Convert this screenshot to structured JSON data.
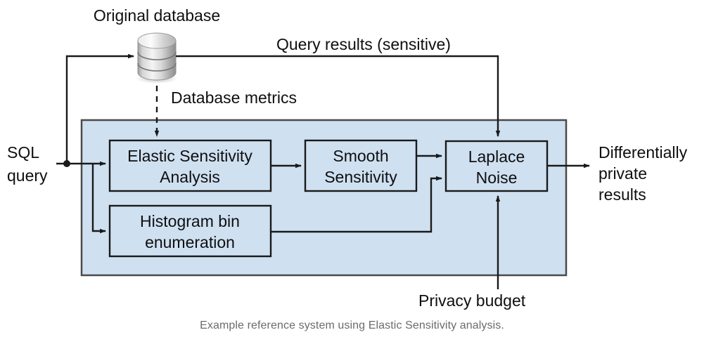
{
  "figure": {
    "caption": "Example reference system using Elastic Sensitivity analysis.",
    "colors": {
      "panel_fill": "#cfe0f1",
      "panel_stroke": "#4a4a4a",
      "box_fill": "#cfe0f1",
      "box_stroke": "#1a1a1a",
      "line": "#1a1a1a",
      "text": "#0f0f0f",
      "caption_text": "#6b6b6b",
      "background": "#ffffff"
    }
  },
  "diagram": {
    "title_labels": {
      "database": "Original database",
      "database_metrics": "Database metrics",
      "query_results": "Query results (sensitive)",
      "privacy_budget": "Privacy budget"
    },
    "inputs": [
      {
        "name": "sql-query",
        "line1": "SQL",
        "line2": "query"
      }
    ],
    "outputs": [
      {
        "name": "dp-results",
        "line1": "Differentially",
        "line2": "private",
        "line3": "results"
      }
    ],
    "boxes": [
      {
        "id": "elastic-sensitivity",
        "line1": "Elastic Sensitivity",
        "line2": "Analysis"
      },
      {
        "id": "histogram-bin",
        "line1": "Histogram bin",
        "line2": "enumeration"
      },
      {
        "id": "smooth-sensitivity",
        "line1": "Smooth",
        "line2": "Sensitivity"
      },
      {
        "id": "laplace-noise",
        "line1": "Laplace",
        "line2": "Noise"
      }
    ],
    "edges": [
      {
        "from": "sql-query",
        "to": "original-database",
        "style": "solid"
      },
      {
        "from": "sql-query",
        "to": "elastic-sensitivity",
        "style": "solid"
      },
      {
        "from": "sql-query",
        "to": "histogram-bin",
        "style": "solid"
      },
      {
        "from": "original-database",
        "to": "laplace-noise",
        "label": "Query results (sensitive)",
        "style": "solid"
      },
      {
        "from": "original-database",
        "to": "elastic-sensitivity",
        "label": "Database metrics",
        "style": "dashed"
      },
      {
        "from": "elastic-sensitivity",
        "to": "smooth-sensitivity",
        "style": "solid"
      },
      {
        "from": "smooth-sensitivity",
        "to": "laplace-noise",
        "style": "solid"
      },
      {
        "from": "histogram-bin",
        "to": "laplace-noise",
        "style": "solid"
      },
      {
        "from": "privacy-budget",
        "to": "laplace-noise",
        "label": "Privacy budget",
        "style": "solid"
      },
      {
        "from": "laplace-noise",
        "to": "dp-results",
        "style": "solid"
      }
    ]
  }
}
